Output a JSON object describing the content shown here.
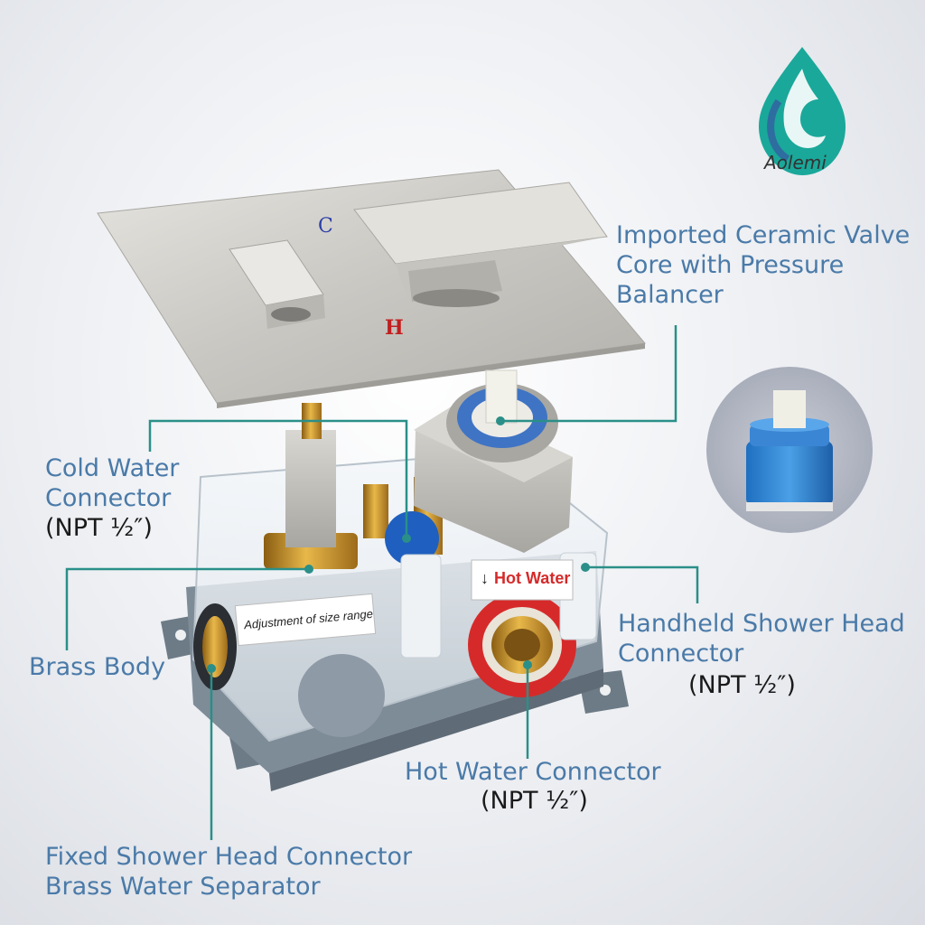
{
  "brand": {
    "name": "Aolemi",
    "teal": "#1aa89a",
    "blue": "#2e6da0"
  },
  "plate": {
    "cold_mark": "C",
    "hot_mark": "H"
  },
  "box": {
    "hot_label": "Hot Water",
    "size_label": "Adjustment of size range"
  },
  "callouts": {
    "ceramic_core": {
      "line1": "Imported Ceramic Valve",
      "line2": "Core with Pressure",
      "line3": "Balancer"
    },
    "cold_water": {
      "line1": "Cold Water",
      "line2": "Connector",
      "spec": "(NPT ½″)"
    },
    "brass_body": {
      "line1": "Brass Body"
    },
    "handheld": {
      "line1": "Handheld Shower Head",
      "line2": "Connector",
      "spec": "(NPT ½″)"
    },
    "hot_water": {
      "line1": "Hot Water Connector",
      "spec": "(NPT ½″)"
    },
    "fixed_shower": {
      "line1": "Fixed Shower Head Connector",
      "line2": "Brass Water Separator"
    }
  },
  "colors": {
    "callout_line": "#2a8f88",
    "label_text": "#4a7aa8",
    "plate_metal": "#cfcdc8",
    "hot_ring": "#d62a2a",
    "brass": "#c9952f"
  }
}
